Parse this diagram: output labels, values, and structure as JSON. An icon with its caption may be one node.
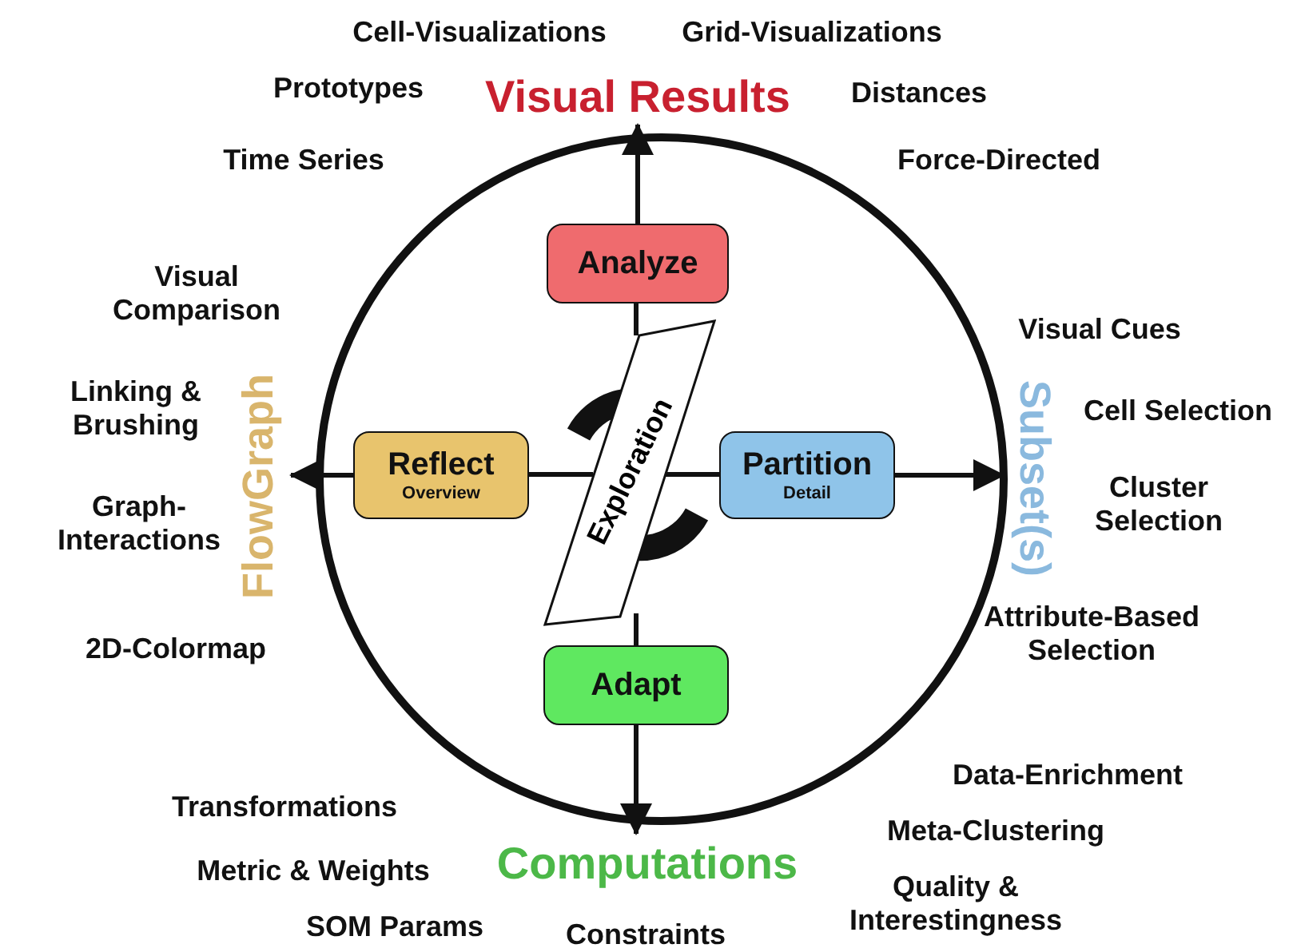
{
  "diagram": {
    "nodes": [
      {
        "text": [
          "Exploration"
        ]
      },
      {
        "text": [
          "Analyze"
        ]
      },
      {
        "text": [
          "Reflect",
          "Overview"
        ]
      },
      {
        "text": [
          "Partition",
          "Detail"
        ]
      },
      {
        "text": [
          "Adapt"
        ]
      },
      {
        "text": [
          "Visual Results"
        ]
      },
      {
        "text": [
          "FlowGraph"
        ]
      },
      {
        "text": [
          "Subset(s)"
        ]
      },
      {
        "text": [
          "Computations"
        ]
      }
    ],
    "edges": [
      {
        "from": 0,
        "to": 1,
        "arrow": "none"
      },
      {
        "from": 1,
        "to": 5,
        "arrow": "to"
      },
      {
        "from": 0,
        "to": 2,
        "arrow": "none"
      },
      {
        "from": 2,
        "to": 6,
        "arrow": "to"
      },
      {
        "from": 0,
        "to": 3,
        "arrow": "none"
      },
      {
        "from": 3,
        "to": 7,
        "arrow": "to"
      },
      {
        "from": 0,
        "to": 4,
        "arrow": "none"
      },
      {
        "from": 4,
        "to": 8,
        "arrow": "to"
      }
    ],
    "labels": [
      "Cell-Visualizations",
      "Grid-Visualizations",
      "Prototypes",
      "Distances",
      "Time Series",
      "Force-Directed",
      "Visual Comparison",
      "Visual Cues",
      "Linking & Brushing",
      "Cell Selection",
      "Graph-Interactions",
      "Cluster Selection",
      "Attribute-Based Selection",
      "2D-Colormap",
      "Data-Enrichment",
      "Transformations",
      "Meta-Clustering",
      "Metric & Weights",
      "Quality & Interestingness",
      "SOM Params",
      "Constraints"
    ]
  }
}
